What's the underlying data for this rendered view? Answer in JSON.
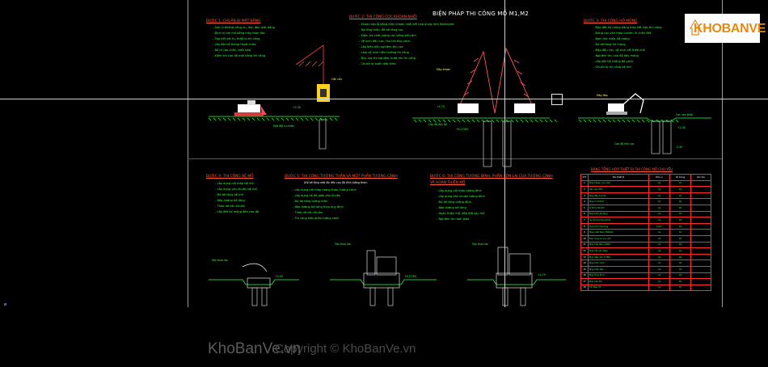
{
  "drawing": {
    "title": "BIỆN PHÁP THI CÔNG MỐ M1,M2",
    "steps": [
      {
        "title": "BƯỚC 1: CHUẨN BỊ MẶT BẰNG",
        "notes": [
          "San ủi đường công vụ, dọn dẹp mặt bằng",
          "Định vị tim mố bằng máy toàn đạc",
          "Tập kết vật tư, thiết bị thi công",
          "Lắp đặt hệ thống thoát nước",
          "Bố trí rào chắn, biển báo",
          "Kiểm tra cao độ mặt bằng thi công"
        ]
      },
      {
        "title": "BƯỚC 2: THI CÔNG CỌC KHOAN NHỒI",
        "notes": [
          "Khoan tạo lỗ bằng máy khoan nhồi kết hợp dung dịch Bentonite",
          "Hạ lồng thép, đổ bê tông cọc",
          "Kiểm tra chất lượng cọc bằng siêu âm",
          "Vệ sinh đầu cọc, thu hồi ống vách",
          "Lập biên bản nghiệm thu cọc",
          "Làm vệ sinh hiện trường thi công",
          "Đúc cọc thí nghiệm trước khi thi công",
          "Chuẩn bị bước tiếp theo"
        ]
      },
      {
        "title": "BƯỚC 3: THI CÔNG HỐ MÓNG",
        "notes": [
          "Đào đất hố móng bằng máy kết hợp thủ công",
          "Đóng cọc ván thép Larsen IV chắn đất",
          "Bơm hút nước hố móng",
          "Đổ bê tông lót móng",
          "Đập đầu cọc, vệ sinh cốt thép chờ",
          "Nghiệm thu cao độ đáy móng",
          "Lắp đặt hệ chống đỡ vách",
          "Chuẩn bị thi công bệ mố"
        ]
      },
      {
        "title": "BƯỚC 4: THI CÔNG BỆ MỐ",
        "notes": [
          "Lắp dựng cốt thép bệ mố",
          "Lắp dựng ván khuôn bệ mố",
          "Đổ bê tông bệ mố",
          "Bảo dưỡng bê tông",
          "Tháo dỡ ván khuôn",
          "Lấp đất hố móng đến cao độ"
        ]
      },
      {
        "title": "BƯỚC 5: THI CÔNG TƯỜNG THÂN VÀ MỘT PHẦN TƯỜNG CÁNH",
        "subtitle": "(Đổ bê tông một lần đến cao độ đỉnh tường thân)",
        "notes": [
          "Lắp dựng cốt thép tường thân, tường cánh",
          "Lắp dựng hệ đà giáo ván khuôn",
          "Đổ bê tông tường thân",
          "Bảo dưỡng bê tông theo quy định",
          "Tháo dỡ ván khuôn",
          "Thi công tiếp phần tường cánh"
        ]
      },
      {
        "title": "BƯỚC 6: THI CÔNG TƯỜNG ĐỈNH, PHẦN CÒN LẠI CỦA TƯỜNG CÁNH",
        "subtitle": "VÀ HOÀN THIỆN MỐ",
        "notes": [
          "Lắp dựng cốt thép tường đỉnh",
          "Lắp dựng ván khuôn tường đỉnh",
          "Đổ bê tông tường đỉnh",
          "Bảo dưỡng bê tông",
          "Hoàn thiện mố, đắp đất sau mố",
          "Nghiệm thu bàn giao"
        ]
      }
    ],
    "annotations": {
      "ground_level": "Mặt đất tự nhiên",
      "bottom_level": "Cao độ đáy bệ",
      "pile_tip": "Cao độ mũi cọc",
      "elev_1": "+5.30",
      "elev_2": "+6.27(M)",
      "elev_3": "+4.70",
      "elev_4": "+2.00",
      "elev_5": "-2.50",
      "crane_label": "Cần cẩu",
      "rig_label": "Máy khoan",
      "excavator_label": "Máy đào",
      "sheet_pile": "Cọc ván thép",
      "stage_label": "Sàn thao tác"
    },
    "equipment_table": {
      "title": "BẢNG TỔNG HỢP THIẾT BỊ THI CÔNG MỐ CHỦ YẾU",
      "headers": [
        "STT",
        "Tên thiết bị",
        "Đơn vị",
        "Số lượng",
        "Ghi chú"
      ],
      "rows": [
        [
          "1",
          "Máy khoan cọc nhồi",
          "cái",
          "01",
          ""
        ],
        [
          "2",
          "Cần cẩu 25T",
          "cái",
          "01",
          ""
        ],
        [
          "3",
          "Máy đào 0.7m3",
          "cái",
          "01",
          ""
        ],
        [
          "4",
          "Máy ủi 110CV",
          "cái",
          "01",
          ""
        ],
        [
          "5",
          "Ô tô tự đổ 10T",
          "cái",
          "02",
          ""
        ],
        [
          "6",
          "Máy bơm bê tông",
          "cái",
          "01",
          ""
        ],
        [
          "7",
          "Xe chở bê tông 6m3",
          "cái",
          "03",
          ""
        ],
        [
          "8",
          "Trạm trộn bê tông",
          "trạm",
          "01",
          ""
        ],
        [
          "9",
          "Máy phát điện 250KVA",
          "cái",
          "01",
          ""
        ],
        [
          "10",
          "Búa rung hạ cọc ván",
          "cái",
          "01",
          ""
        ],
        [
          "11",
          "Máy hàn điện 23KW",
          "cái",
          "02",
          ""
        ],
        [
          "12",
          "Máy cắt uốn thép",
          "cái",
          "01",
          ""
        ],
        [
          "13",
          "Máy đầm dùi 1.5KW",
          "cái",
          "04",
          ""
        ],
        [
          "14",
          "Máy bơm nước",
          "cái",
          "02",
          ""
        ],
        [
          "15",
          "Máy toàn đạc",
          "cái",
          "01",
          ""
        ],
        [
          "16",
          "Máy thủy bình",
          "cái",
          "01",
          ""
        ],
        [
          "17",
          "Máy nén khí",
          "cái",
          "01",
          ""
        ],
        [
          "18",
          "Tời điện 5T",
          "cái",
          "01",
          ""
        ]
      ]
    }
  },
  "branding": {
    "logo_text": "KHOBANVE",
    "watermark": "KhoBanVe.vn",
    "copyright": "Copyright © KhoBanVe.vn"
  },
  "colors": {
    "background": "#000000",
    "note_green": "#33ff44",
    "title_red": "#ff5a3a",
    "table_border": "#ff2d2d",
    "logo_orange": "#e8890f"
  }
}
